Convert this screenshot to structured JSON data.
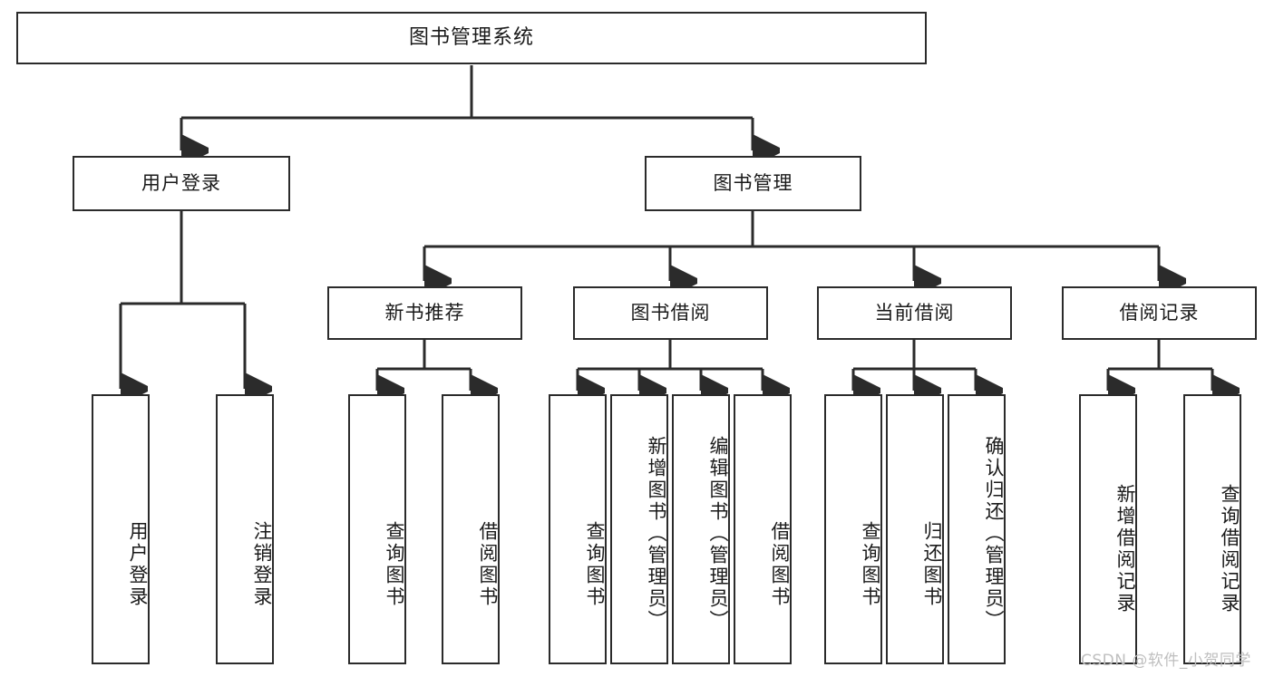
{
  "diagram": {
    "title": "图书管理系统",
    "watermark": "CSDN @软件_小贺同学",
    "colors": {
      "background": "#ffffff",
      "box_border": "#2b2b2b",
      "box_fill": "#ffffff",
      "text": "#1a1a1a",
      "connector": "#2b2b2b",
      "watermark": "#bfbfbf"
    },
    "levels": {
      "root": "图书管理系统",
      "level2": [
        "用户登录",
        "图书管理"
      ],
      "level3": [
        "新书推荐",
        "图书借阅",
        "当前借阅",
        "借阅记录"
      ]
    },
    "nodes": {
      "root": {
        "label": "图书管理系统"
      },
      "user_login": {
        "label": "用户登录"
      },
      "book_manage": {
        "label": "图书管理"
      },
      "new_book_rec": {
        "label": "新书推荐"
      },
      "book_borrow": {
        "label": "图书借阅"
      },
      "current_borrow": {
        "label": "当前借阅"
      },
      "borrow_record": {
        "label": "借阅记录"
      },
      "leaf_user_login": {
        "label": "用户登录"
      },
      "leaf_user_logout": {
        "label": "注销登录"
      },
      "leaf_rec_query": {
        "label": "查询图书"
      },
      "leaf_rec_borrow": {
        "label": "借阅图书"
      },
      "leaf_borrow_query": {
        "label": "查询图书"
      },
      "leaf_borrow_add": {
        "label": "新增图书（管理员）"
      },
      "leaf_borrow_edit": {
        "label": "编辑图书（管理员）"
      },
      "leaf_borrow_do": {
        "label": "借阅图书"
      },
      "leaf_cur_query": {
        "label": "查询图书"
      },
      "leaf_cur_return": {
        "label": "归还图书"
      },
      "leaf_cur_confirm": {
        "label": "确认归还（管理员）"
      },
      "leaf_rec_add": {
        "label": "新增借阅记录"
      },
      "leaf_rec_query2": {
        "label": "查询借阅记录"
      }
    },
    "edges": [
      {
        "from": "root",
        "to": "用户登录"
      },
      {
        "from": "root",
        "to": "图书管理"
      },
      {
        "from": "用户登录",
        "to": "用户登录(叶)"
      },
      {
        "from": "用户登录",
        "to": "注销登录"
      },
      {
        "from": "图书管理",
        "to": "新书推荐"
      },
      {
        "from": "图书管理",
        "to": "图书借阅"
      },
      {
        "from": "图书管理",
        "to": "当前借阅"
      },
      {
        "from": "图书管理",
        "to": "借阅记录"
      },
      {
        "from": "新书推荐",
        "to": "查询图书"
      },
      {
        "from": "新书推荐",
        "to": "借阅图书"
      },
      {
        "from": "图书借阅",
        "to": "查询图书"
      },
      {
        "from": "图书借阅",
        "to": "新增图书（管理员）"
      },
      {
        "from": "图书借阅",
        "to": "编辑图书（管理员）"
      },
      {
        "from": "图书借阅",
        "to": "借阅图书"
      },
      {
        "from": "当前借阅",
        "to": "查询图书"
      },
      {
        "from": "当前借阅",
        "to": "归还图书"
      },
      {
        "from": "当前借阅",
        "to": "确认归还（管理员）"
      },
      {
        "from": "借阅记录",
        "to": "新增借阅记录"
      },
      {
        "from": "借阅记录",
        "to": "查询借阅记录"
      }
    ]
  }
}
